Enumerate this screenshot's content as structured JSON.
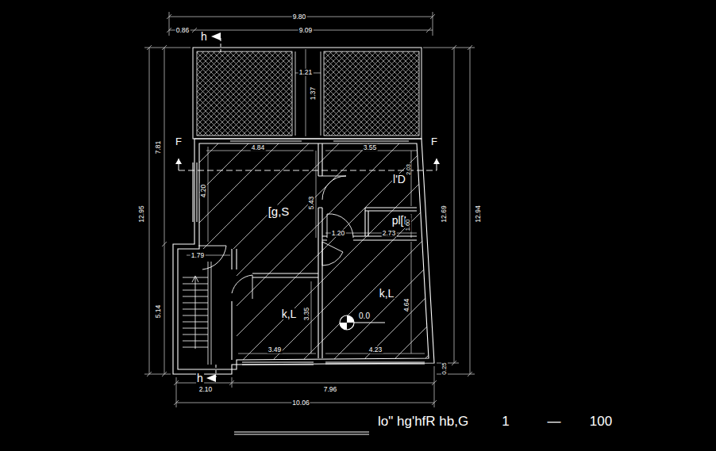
{
  "diagram": {
    "title": "lo\" hg'hfR hb,G",
    "labels": [
      "9.80",
      "0.86",
      "9.09",
      "h",
      "1.21",
      "1.37",
      "7.81",
      "12.95",
      "F",
      "F",
      "4.84",
      "3.55",
      "2.03",
      "l'D",
      "4.20",
      "[g,S",
      "5.43",
      "pl[L",
      "1.60",
      "12.69",
      "12.94",
      "1.20",
      "2.73",
      "1.79",
      "5.14",
      "k,L",
      "k,L",
      "3.35",
      "4.64",
      "0.0",
      "3.49",
      "4.23",
      "0.25",
      "h",
      "2.10",
      "7.96",
      "10.06",
      "1",
      "—",
      "100"
    ]
  }
}
